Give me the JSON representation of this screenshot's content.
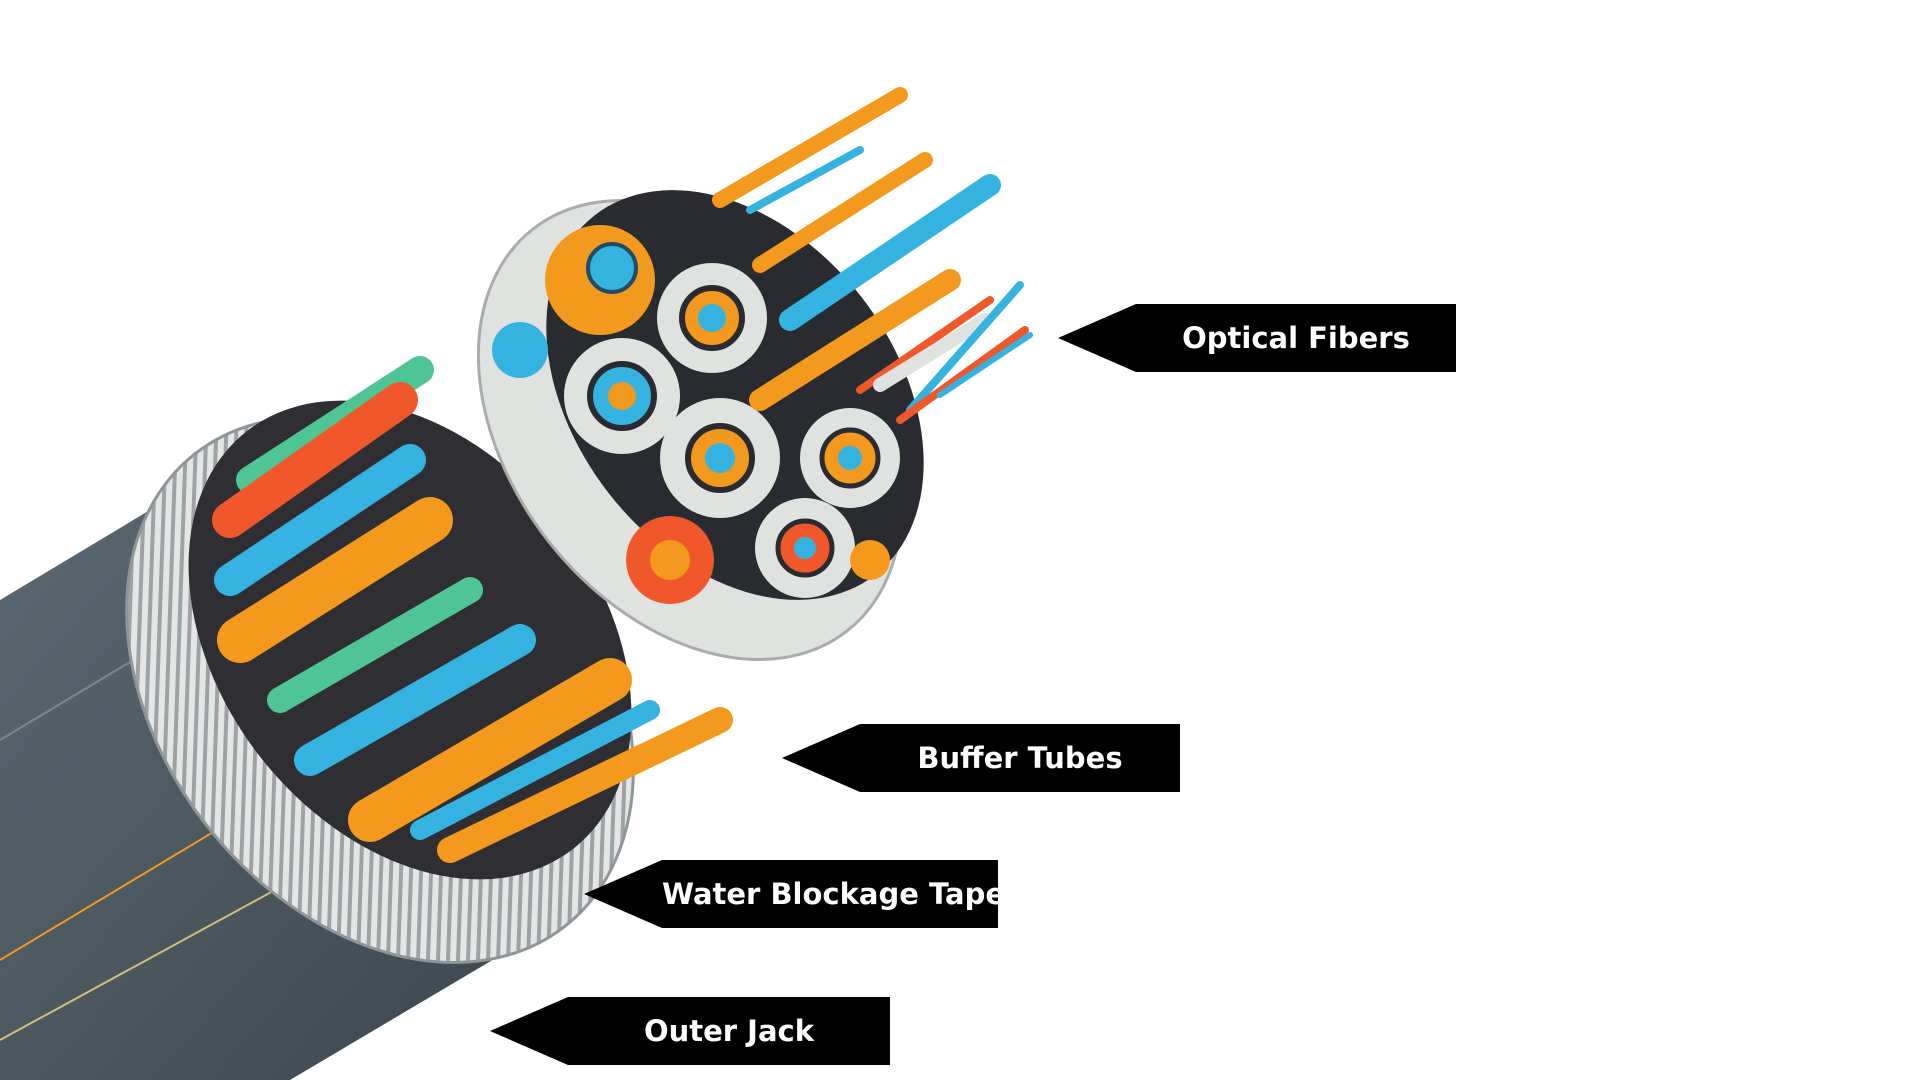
{
  "labels": {
    "optical_fibers": "Optical Fibers",
    "buffer_tubes": "Buffer Tubes",
    "water_blockage_tape": "Water Blockage Tape",
    "outer_jack": "Outer Jack"
  },
  "colors": {
    "jacket": "#4b5760",
    "tape": "#d9dcdc",
    "orange": "#f39a1e",
    "blue": "#35b3e0",
    "red": "#f0572a",
    "green": "#4fc494",
    "sheath": "#dfe2df",
    "callout": "#000000"
  }
}
